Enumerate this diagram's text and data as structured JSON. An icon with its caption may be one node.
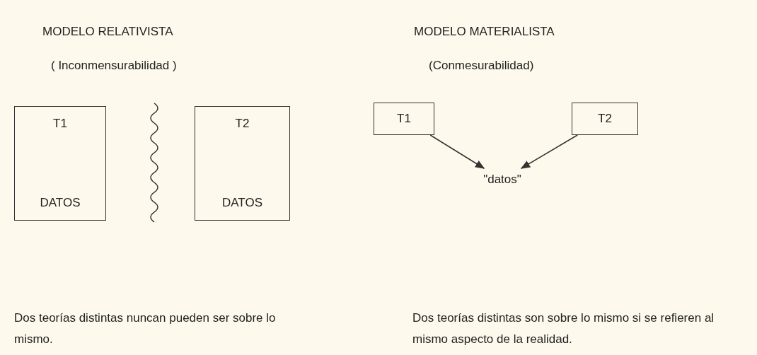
{
  "diagram": {
    "nodes": [
      {
        "text": [
          "T1",
          "DATOS"
        ]
      },
      {
        "text": [
          "T2",
          "DATOS"
        ]
      },
      {
        "text": [
          "T1"
        ]
      },
      {
        "text": [
          "T2"
        ]
      },
      {
        "text": [
          "\"datos\""
        ]
      }
    ],
    "edges": [
      {
        "from": 2,
        "to": 4,
        "arrow": "to"
      },
      {
        "from": 3,
        "to": 4,
        "arrow": "to"
      }
    ],
    "labels": [
      "MODELO RELATIVISTA",
      "MODELO MATERIALISTA",
      "( Inconmensurabilidad )",
      "(Conmesurabilidad)",
      "Dos teorías distintas nuncan pueden ser sobre lo mismo.",
      "Dos teorías distintas son sobre lo mismo si se refieren al mismo aspecto de la realidad."
    ]
  }
}
